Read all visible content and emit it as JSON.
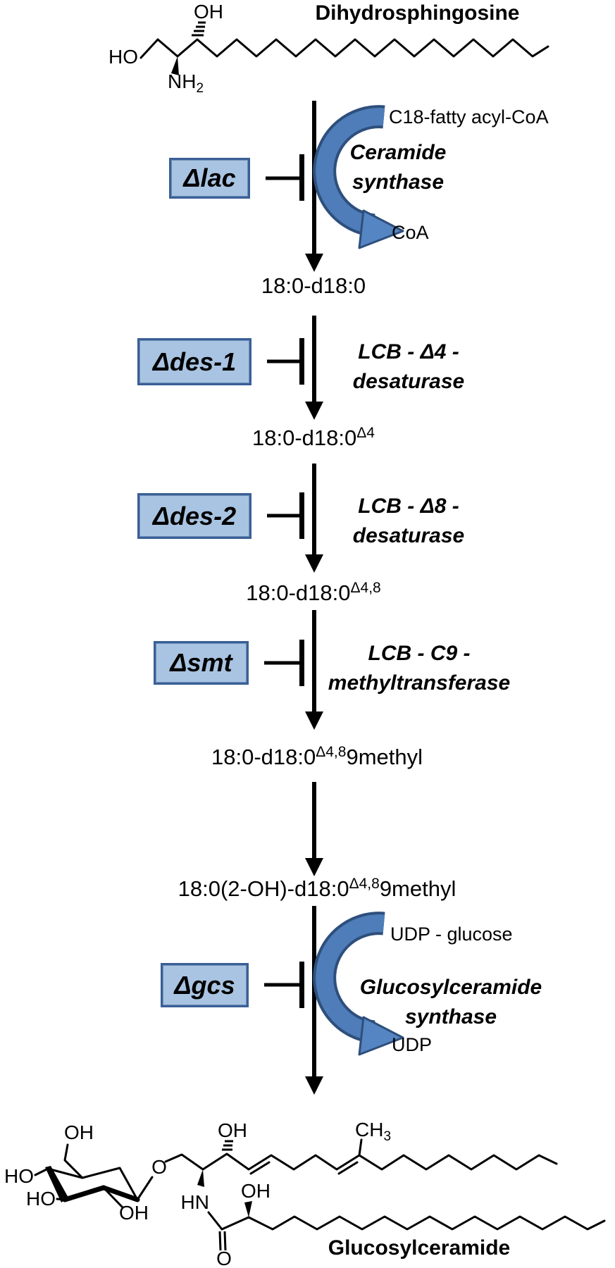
{
  "figure": {
    "top_molecule": {
      "name": "Dihydrosphingosine",
      "atoms": {
        "oh": "OH",
        "ho": "HO",
        "nh": "NH",
        "nh_sub": "2"
      }
    },
    "bottom_molecule": {
      "name": "Glucosylceramide",
      "atoms": {
        "oh_top": "OH",
        "ho_left": "HO",
        "ho_lower": "HO",
        "oh_ring": "OH",
        "o_glycosidic": "O",
        "oh_c3": "OH",
        "ch": "CH",
        "ch_sub": "3",
        "hn": "HN",
        "oh_fa": "OH",
        "o_carbonyl": "O"
      }
    },
    "steps": [
      {
        "mutant": "Δlac",
        "enzyme_line1": "Ceramide",
        "enzyme_line2": "synthase",
        "substrate_in": "C18-fatty acyl-CoA",
        "substrate_out": "CoA"
      },
      {
        "mutant": "Δdes-1",
        "enzyme_line1": "LCB - Δ4 -",
        "enzyme_line2": "desaturase"
      },
      {
        "mutant": "Δdes-2",
        "enzyme_line1": "LCB - Δ8 -",
        "enzyme_line2": "desaturase"
      },
      {
        "mutant": "Δsmt",
        "enzyme_line1": "LCB - C9 -",
        "enzyme_line2": "methyltransferase"
      },
      {
        "mutant": "Δgcs",
        "enzyme_line1": "Glucosylceramide",
        "enzyme_line2": "synthase",
        "substrate_in": "UDP - glucose",
        "substrate_out": "UDP"
      }
    ],
    "intermediates": [
      {
        "base": "18:0-d18:0",
        "sup": "",
        "tail": ""
      },
      {
        "base": "18:0-d18:0",
        "sup": "Δ4",
        "tail": ""
      },
      {
        "base": "18:0-d18:0",
        "sup": "Δ4,8",
        "tail": ""
      },
      {
        "base": "18:0-d18:0",
        "sup": "Δ4,8",
        "tail": "9methyl"
      },
      {
        "base": "18:0(2-OH)-d18:0",
        "sup": "Δ4,8",
        "tail": "9methyl"
      }
    ],
    "colors": {
      "box_fill": "#a9c4e2",
      "box_border": "#3a5f96",
      "cofactor_arrow_fill": "#4e7db9",
      "cofactor_arrow_border": "#2e4f7c",
      "line": "#000000"
    }
  }
}
